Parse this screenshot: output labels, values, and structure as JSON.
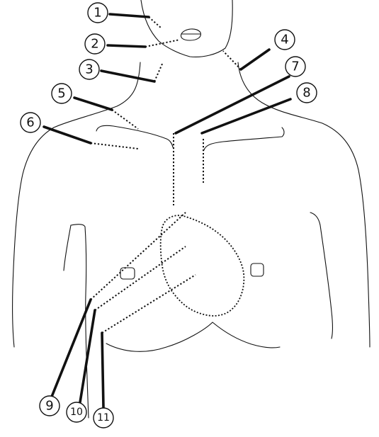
{
  "markers": [
    {
      "label": "1"
    },
    {
      "label": "2"
    },
    {
      "label": "3"
    },
    {
      "label": "4"
    },
    {
      "label": "5"
    },
    {
      "label": "6"
    },
    {
      "label": "7"
    },
    {
      "label": "8"
    },
    {
      "label": "9"
    },
    {
      "label": "10"
    },
    {
      "label": "11"
    }
  ],
  "colors": {
    "line": "#111111",
    "background": "#ffffff"
  }
}
